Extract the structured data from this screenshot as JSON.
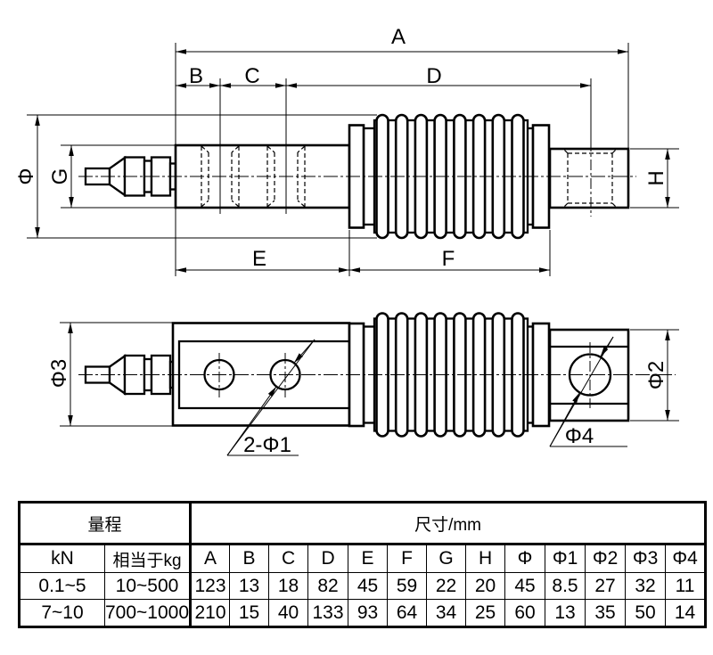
{
  "drawing": {
    "labels": {
      "a": "A",
      "b": "B",
      "c": "C",
      "d": "D",
      "e": "E",
      "f": "F",
      "g": "G",
      "h": "H",
      "phi": "Φ",
      "phi2": "Φ2",
      "phi3": "Φ3",
      "phi4": "Φ4",
      "holes": "2-Φ1"
    }
  },
  "table": {
    "range_header": "量程",
    "size_header": "尺寸/mm",
    "columns": [
      "kN",
      "相当于kg",
      "A",
      "B",
      "C",
      "D",
      "E",
      "F",
      "G",
      "H",
      "Φ",
      "Φ1",
      "Φ2",
      "Φ3",
      "Φ4"
    ],
    "rows": [
      [
        "0.1~5",
        "10~500",
        "123",
        "13",
        "18",
        "82",
        "45",
        "59",
        "22",
        "20",
        "45",
        "8.5",
        "27",
        "32",
        "11"
      ],
      [
        "7~10",
        "700~1000",
        "210",
        "15",
        "40",
        "133",
        "93",
        "64",
        "34",
        "25",
        "60",
        "13",
        "35",
        "50",
        "14"
      ]
    ]
  }
}
